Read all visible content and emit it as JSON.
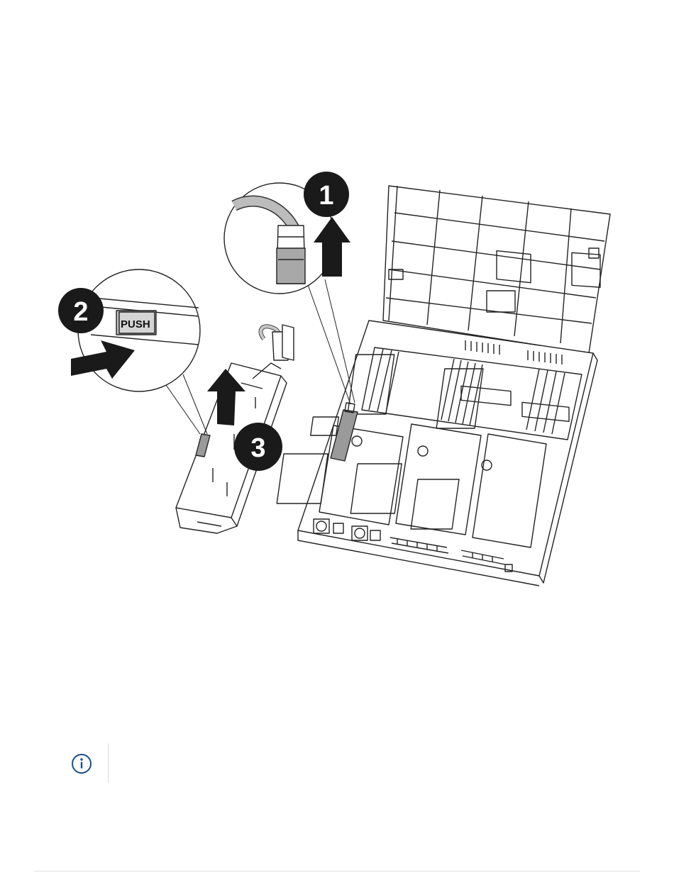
{
  "figure": {
    "callouts": [
      {
        "number": "1"
      },
      {
        "number": "2"
      },
      {
        "number": "3"
      }
    ],
    "push_label": "PUSH"
  },
  "note": {
    "icon": "info-icon",
    "text": ""
  }
}
